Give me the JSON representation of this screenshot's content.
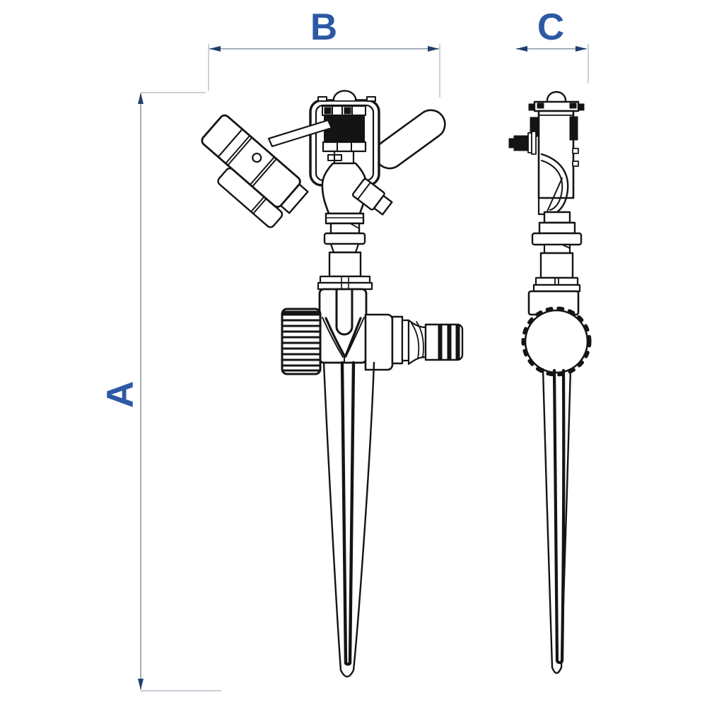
{
  "drawing": {
    "kind": "technical-line-drawing",
    "subject": "impulse sprinkler on ground spike with hose tap connector",
    "views": {
      "front": "front view",
      "side": "side view"
    },
    "colors": {
      "ink": "#141414",
      "dimension_label": "#2d59a4",
      "dimension_line": "#9aa4b1",
      "extension_line": "#b7bfca",
      "arrow": "#23406c",
      "background": "#ffffff"
    }
  },
  "dimensions": {
    "A": {
      "label": "A",
      "axis": "vertical"
    },
    "B": {
      "label": "B",
      "axis": "horizontal"
    },
    "C": {
      "label": "C",
      "axis": "horizontal"
    }
  }
}
